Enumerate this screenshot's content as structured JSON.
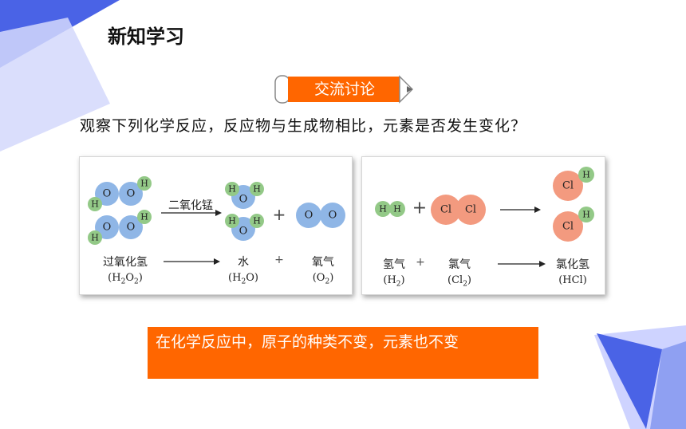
{
  "colors": {
    "accent_orange": "#ff6600",
    "deco_blue": "#4a63e6",
    "deco_light": "#c9ceff",
    "oxygen_atom": "#8fb6e6",
    "hydrogen_atom": "#93c987",
    "chlorine_atom": "#f39a7f"
  },
  "header": {
    "title": "新知学习"
  },
  "tag": {
    "label": "交流讨论"
  },
  "question": "观察下列化学反应，反应物与生成物相比，元素是否发生变化？",
  "reaction1": {
    "catalyst": "二氧化锰",
    "reactant_name": "过氧化氢",
    "reactant_formula_main": "(H",
    "reactant_formula_sub1": "2",
    "reactant_formula_mid": "O",
    "reactant_formula_sub2": "2",
    "reactant_formula_end": ")",
    "product1_name": "水",
    "product1_formula_main": "(H",
    "product1_formula_sub": "2",
    "product1_formula_end": "O)",
    "plus": "+",
    "product2_name": "氧气",
    "product2_formula_main": "(O",
    "product2_formula_sub": "2",
    "product2_formula_end": ")",
    "atom_O": "O",
    "atom_H": "H"
  },
  "reaction2": {
    "reactant1_name": "氢气",
    "reactant1_formula_main": "(H",
    "reactant1_formula_sub": "2",
    "reactant1_formula_end": ")",
    "plus": "+",
    "reactant2_name": "氯气",
    "reactant2_formula_main": "(Cl",
    "reactant2_formula_sub": "2",
    "reactant2_formula_end": ")",
    "product_name": "氯化氢",
    "product_formula": "(HCl)",
    "atom_H": "H",
    "atom_Cl": "Cl"
  },
  "conclusion": "在化学反应中，原子的种类不变，元素也不变"
}
